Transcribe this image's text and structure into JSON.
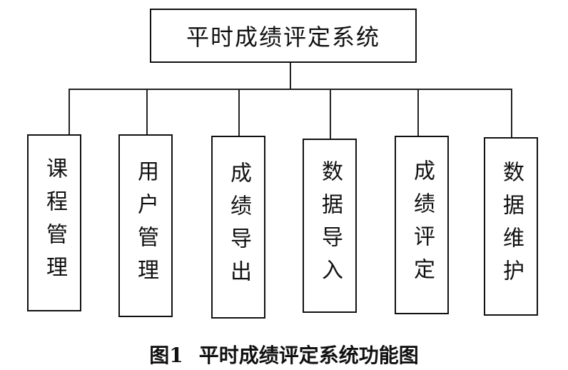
{
  "root": {
    "label": "平时成绩评定系统"
  },
  "modules": [
    {
      "label": "课程管理"
    },
    {
      "label": "用户管理"
    },
    {
      "label": "成绩导出"
    },
    {
      "label": "数据导入"
    },
    {
      "label": "成绩评定"
    },
    {
      "label": "数据维护"
    }
  ],
  "caption": {
    "figure_number": "图1",
    "title": "平时成绩评定系统功能图"
  }
}
